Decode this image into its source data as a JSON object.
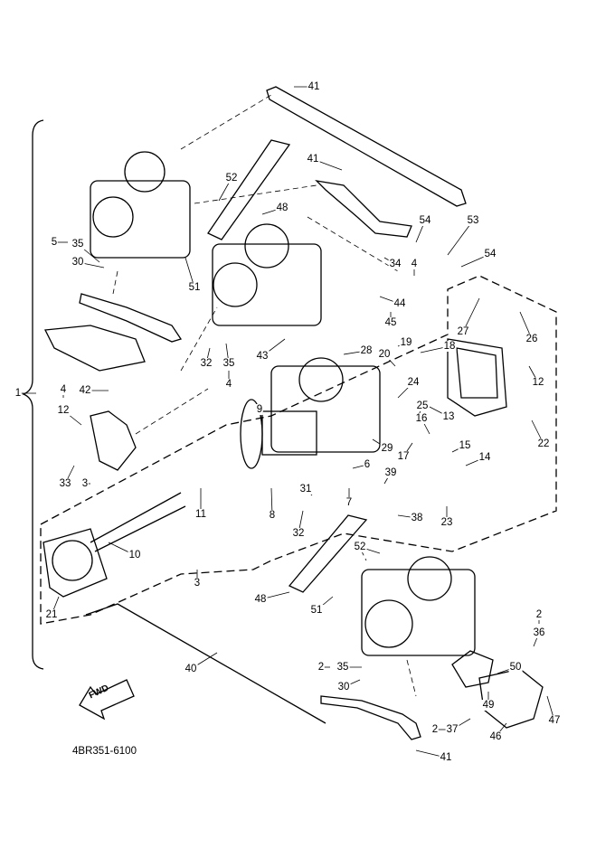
{
  "diagram": {
    "part_code": "4BR351-6100",
    "direction_badge": "FWD",
    "callouts": [
      "41",
      "41",
      "52",
      "48",
      "54",
      "53",
      "54",
      "5",
      "35",
      "30",
      "51",
      "34",
      "4",
      "44",
      "45",
      "27",
      "26",
      "28",
      "20",
      "19",
      "18",
      "43",
      "32",
      "35",
      "4",
      "12",
      "1",
      "4",
      "12",
      "42",
      "24",
      "25",
      "13",
      "9",
      "16",
      "22",
      "29",
      "17",
      "15",
      "14",
      "33",
      "3",
      "6",
      "39",
      "31",
      "7",
      "11",
      "8",
      "38",
      "23",
      "32",
      "10",
      "52",
      "3",
      "48",
      "51",
      "21",
      "2",
      "36",
      "40",
      "2",
      "35",
      "30",
      "50",
      "49",
      "47",
      "46",
      "2",
      "37",
      "41"
    ]
  }
}
